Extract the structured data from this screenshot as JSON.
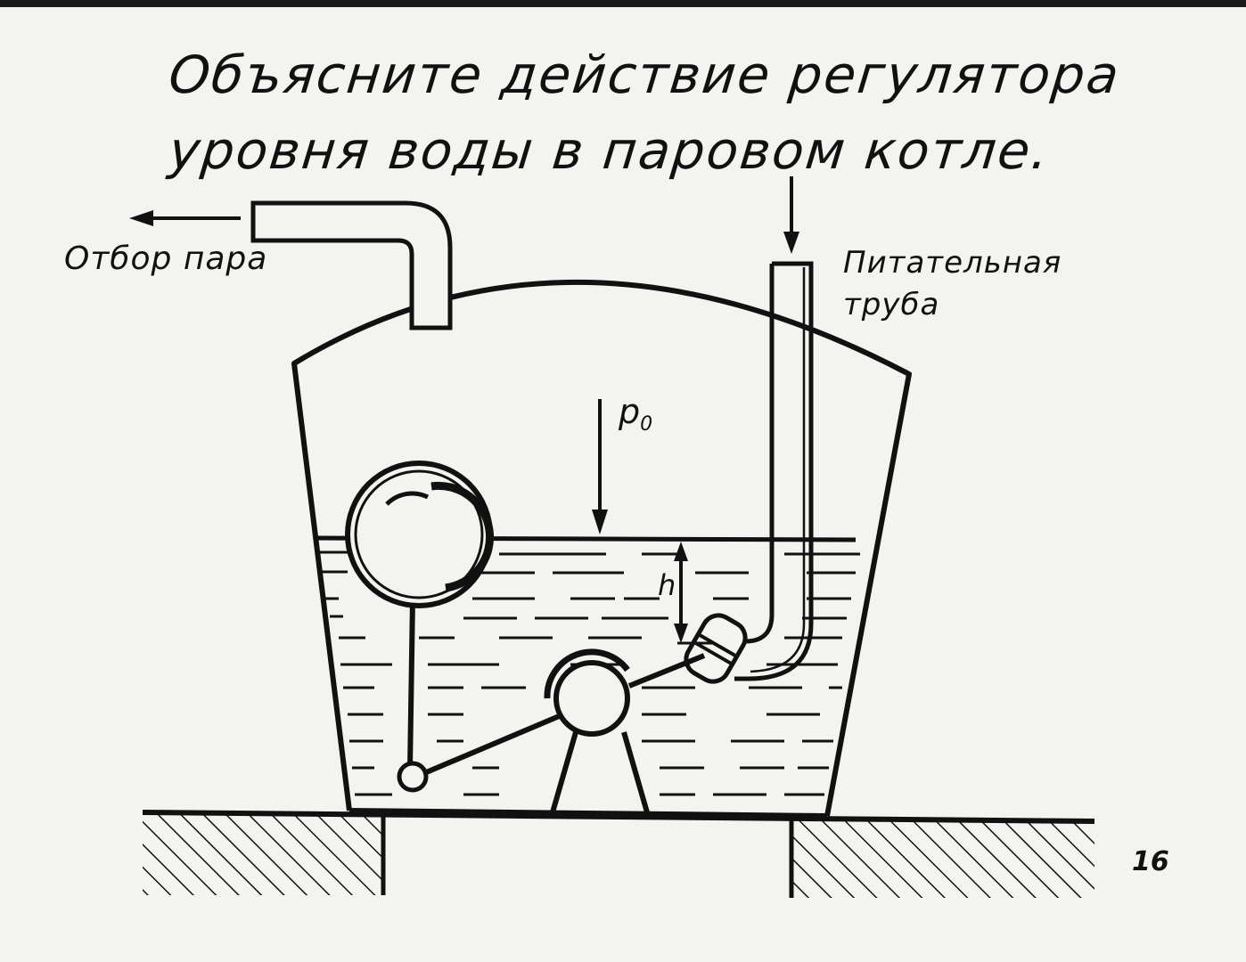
{
  "title": {
    "line1": "Объясните действие регулятора",
    "line2": "уровня воды в паровом  котле."
  },
  "labels": {
    "steam_takeoff": "Отбор пара",
    "feed_pipe_line1": "Питательная",
    "feed_pipe_line2": "труба",
    "pressure": "p",
    "pressure_sub": "0",
    "height": "h",
    "page_number": "16"
  }
}
